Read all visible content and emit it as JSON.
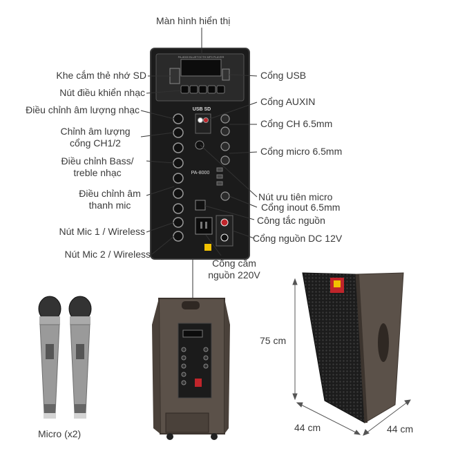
{
  "labels": {
    "display": "Màn hình hiển thị",
    "sd_slot": "Khe cắm thẻ nhớ SD",
    "music_ctrl": "Nút điều khiển nhạc",
    "music_vol": "Điều chỉnh âm lượng nhạc",
    "ch_vol": "Chỉnh âm lượng cổng CH1/2",
    "bass_treble": "Điều chỉnh Bass/ treble nhạc",
    "mic_tone": "Điều chỉnh âm thanh mic",
    "mic1": "Nút Mic 1 / Wireless",
    "mic2": "Nút Mic 2 / Wireless",
    "usb": "Cổng USB",
    "auxin": "Cổng AUXIN",
    "ch65": "Cổng CH 6.5mm",
    "mic65": "Cổng micro 6.5mm",
    "mic_priority": "Nút ưu tiên micro",
    "inout": "Cổng inout 6.5mm",
    "power_switch": "Công tắc nguồn",
    "dc12": "Cổng nguồn DC 12V",
    "ac220": "Cổng cắm nguồn 220V",
    "micro_x2": "Micro (x2)",
    "height": "75 cm",
    "depth": "44 cm",
    "width": "44 cm"
  },
  "panel": {
    "usb_sd": "USB  SD",
    "model": "PA-8000",
    "player": "PA-8000 BLUETOOTH MP3 PLAYER"
  },
  "colors": {
    "panel": "#1b1b1b",
    "cabinet": "#5b5149",
    "grille": "#222222",
    "text": "#3a3a3a",
    "mic_body": "#9a9a9a",
    "accent_red": "#c0252b"
  }
}
